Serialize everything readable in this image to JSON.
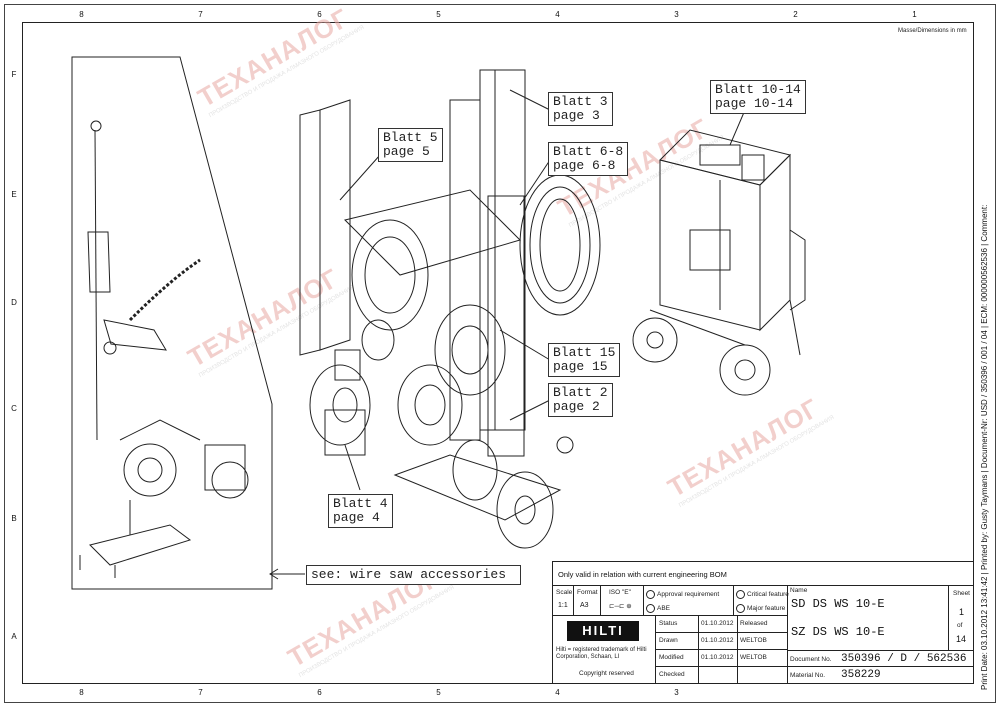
{
  "zones_top": [
    "8",
    "7",
    "6",
    "5",
    "4",
    "3",
    "2",
    "1"
  ],
  "zones_rows": [
    "F",
    "E",
    "D",
    "C",
    "B",
    "A"
  ],
  "dimensions_note": "Masse/Dimensions in mm",
  "callouts": {
    "blatt3": {
      "line1": "Blatt 3",
      "line2": "page 3"
    },
    "blatt5": {
      "line1": "Blatt 5",
      "line2": "page 5"
    },
    "blatt68": {
      "line1": "Blatt 6-8",
      "line2": "page 6-8"
    },
    "blatt1014": {
      "line1": "Blatt 10-14",
      "line2": "page 10-14"
    },
    "blatt15": {
      "line1": "Blatt 15",
      "line2": "page 15"
    },
    "blatt2": {
      "line1": "Blatt 2",
      "line2": "page 2"
    },
    "blatt4": {
      "line1": "Blatt 4",
      "line2": "page 4"
    },
    "accessories": "see: wire saw accessories"
  },
  "watermark": {
    "text": "ТЕХАНАЛОГ",
    "sub": "ПРОИЗВОДСТВО И ПРОДАЖА АЛМАЗНОГО ОБОРУДОВАНИЯ"
  },
  "title_block": {
    "validity": "Only valid in relation with current engineering BOM",
    "scale_label": "Scale",
    "scale_value": "1:1",
    "format_label": "Format",
    "format_value": "A3",
    "iso_label": "ISO \"E\"",
    "approval": "Approval requirement",
    "abe": "ABE",
    "critical": "Critical feature",
    "major": "Major feature",
    "name_label": "Name",
    "name1": "SD DS WS 10-E",
    "name2": "SZ DS WS 10-E",
    "sheet_label": "Sheet",
    "sheet_num": "1",
    "of_label": "of",
    "sheet_total": "14",
    "brand": "HILTI",
    "trademark": "Hilti = registered trademark of Hilti Corporation, Schaan, LI",
    "copyright": "Copyright reserved",
    "rows": [
      {
        "label": "Status",
        "date": "01.10.2012",
        "who": "Released"
      },
      {
        "label": "Drawn",
        "date": "01.10.2012",
        "who": "WELTOB"
      },
      {
        "label": "Modified",
        "date": "01.10.2012",
        "who": "WELTOB"
      },
      {
        "label": "Checked",
        "date": "",
        "who": ""
      }
    ],
    "doc_label": "Document No.",
    "doc_value": "350396 / D / 562536",
    "mat_label": "Material No.",
    "mat_value": "358229"
  },
  "print_info": "Print Date: 03.10.2012 13:41:42 | Printed by: Gusty Taymans | Document-Nr: USD / 350396 / 001 / 04 | ECM: 000000562536 | Comment:"
}
